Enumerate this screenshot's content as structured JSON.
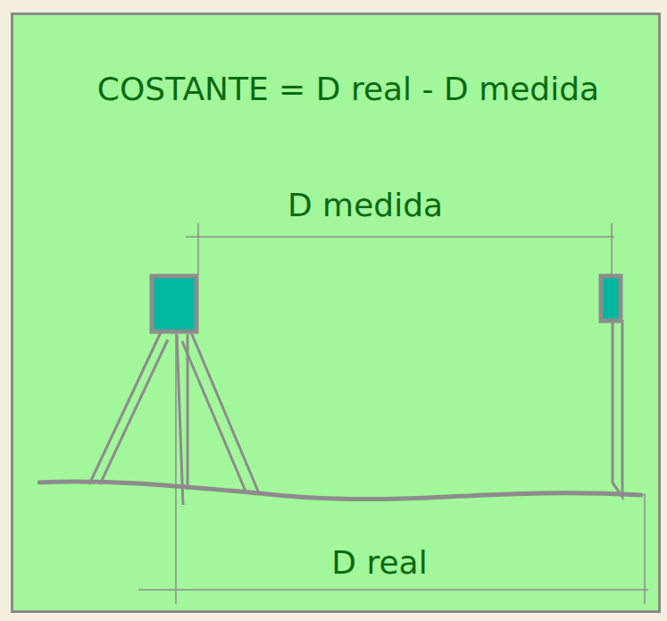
{
  "diagram": {
    "title": "COSTANTE = D real - D medida",
    "labels": [
      "D medida",
      "D real"
    ]
  }
}
